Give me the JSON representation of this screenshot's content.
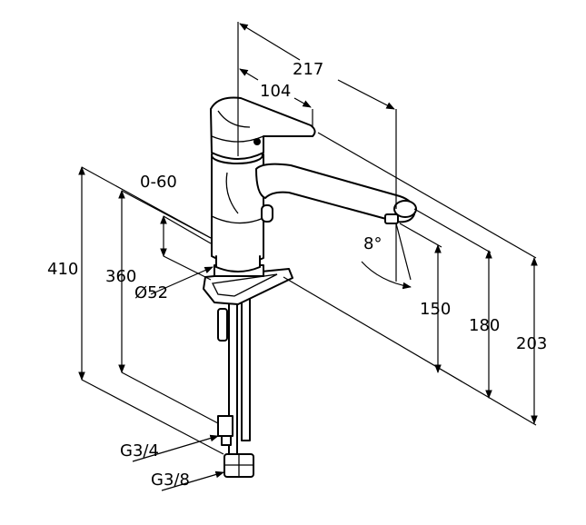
{
  "dimensions": {
    "reach_total": "217",
    "reach_lever": "104",
    "swivel": "0-60",
    "height_total": "410",
    "height_under": "360",
    "diameter": "Ø52",
    "outlet_150": "150",
    "outlet_180": "180",
    "outlet_203": "203",
    "angle": "8°"
  },
  "connections": {
    "thread_a": "G3/4",
    "thread_b": "G3/8"
  }
}
